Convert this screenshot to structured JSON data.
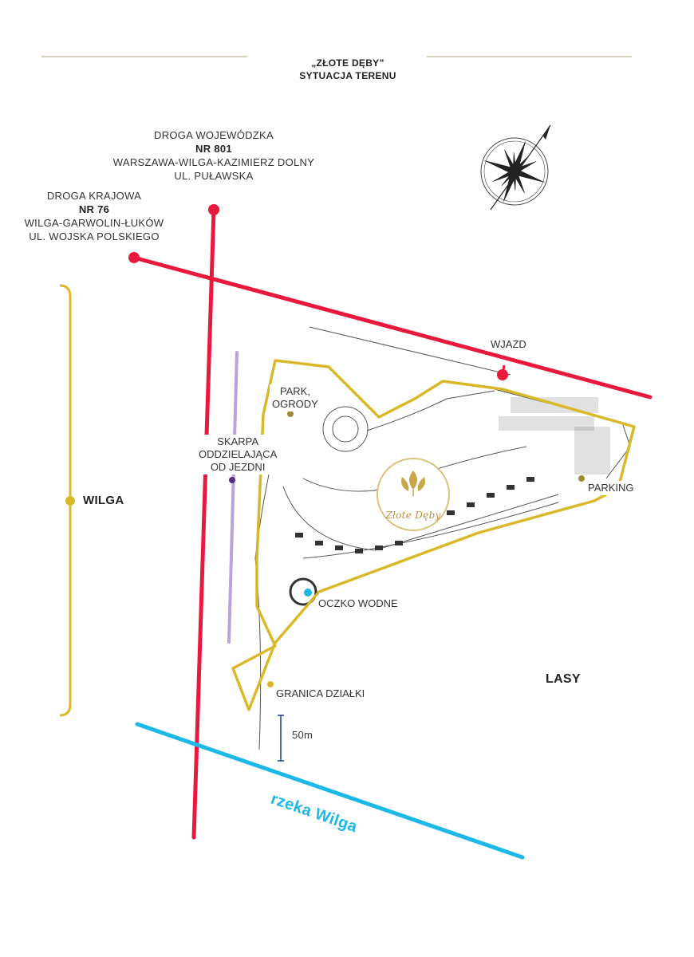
{
  "header": {
    "title": "„ZŁOTE DĘBY”",
    "subtitle": "SYTUACJA TERENU"
  },
  "roads": {
    "voivodeship": {
      "line1": "DROGA WOJEWÓDZKA",
      "number": "NR 801",
      "route": "WARSZAWA-WILGA-KAZIMIERZ DOLNY",
      "street": "UL. PUŁAWSKA"
    },
    "national": {
      "line1": "DROGA KRAJOWA",
      "number": "NR 76",
      "route": "WILGA-GARWOLIN-ŁUKÓW",
      "street": "UL. WOJSKA POLSKIEGO"
    }
  },
  "labels": {
    "wilga": "WILGA",
    "wjazd": "WJAZD",
    "park": "PARK,",
    "park2": "OGRODY",
    "skarpa1": "SKARPA",
    "skarpa2": "ODDZIELAJĄCA",
    "skarpa3": "OD JEZDNI",
    "parking": "PARKING",
    "oczko": "OCZKO WODNE",
    "lasy": "LASY",
    "granica": "GRANICA DZIAŁKI",
    "scale": "50m",
    "river": "rzeka Wilga"
  },
  "logo": {
    "name": "Złote Dęby"
  },
  "colors": {
    "road": "#e8193c",
    "boundary": "#d9b92a",
    "river": "#1bb8e8",
    "escarpment": "#b9a3d8",
    "gold": "#c9a64a"
  }
}
